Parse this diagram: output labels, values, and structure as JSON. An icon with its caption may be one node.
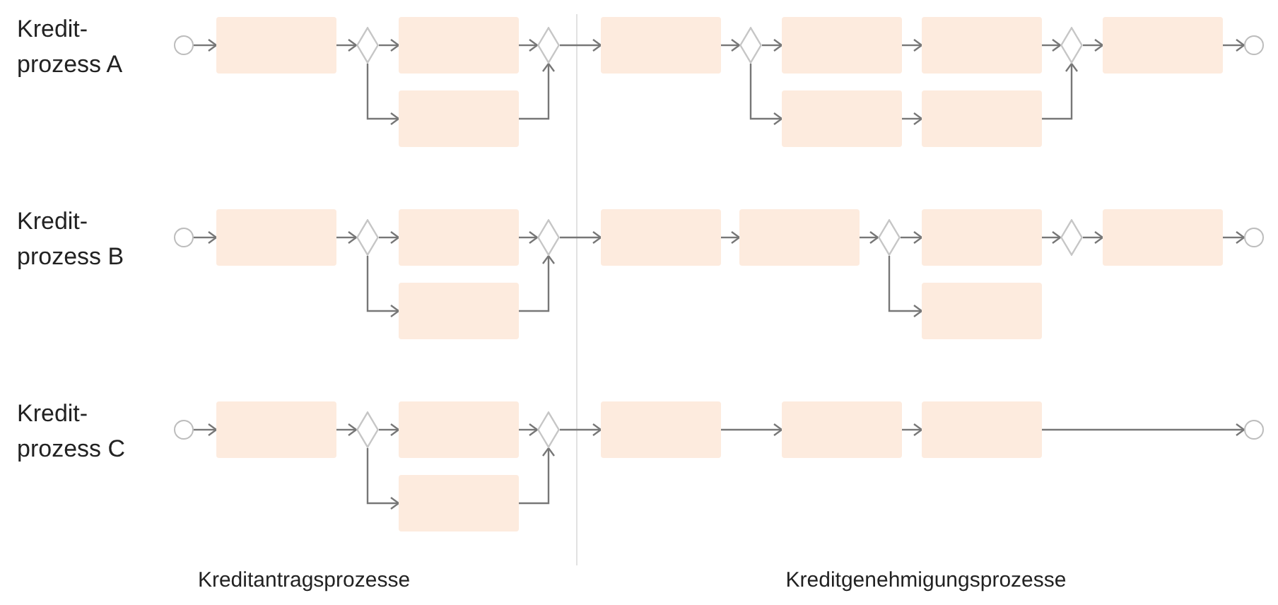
{
  "diagram": {
    "nodes": [
      {
        "text": [],
        "shape": "circle"
      },
      {
        "text": [],
        "shape": "box"
      },
      {
        "text": [],
        "shape": "diamond"
      },
      {
        "text": [],
        "shape": "box"
      },
      {
        "text": [],
        "shape": "box"
      },
      {
        "text": [],
        "shape": "diamond"
      },
      {
        "text": [],
        "shape": "box"
      },
      {
        "text": [],
        "shape": "diamond"
      },
      {
        "text": [],
        "shape": "box"
      },
      {
        "text": [],
        "shape": "box"
      },
      {
        "text": [],
        "shape": "box"
      },
      {
        "text": [],
        "shape": "box"
      },
      {
        "text": [],
        "shape": "diamond"
      },
      {
        "text": [],
        "shape": "box"
      },
      {
        "text": [],
        "shape": "circle"
      },
      {
        "text": [],
        "shape": "circle"
      },
      {
        "text": [],
        "shape": "box"
      },
      {
        "text": [],
        "shape": "diamond"
      },
      {
        "text": [],
        "shape": "box"
      },
      {
        "text": [],
        "shape": "box"
      },
      {
        "text": [],
        "shape": "diamond"
      },
      {
        "text": [],
        "shape": "box"
      },
      {
        "text": [],
        "shape": "box"
      },
      {
        "text": [],
        "shape": "diamond"
      },
      {
        "text": [],
        "shape": "box"
      },
      {
        "text": [],
        "shape": "box"
      },
      {
        "text": [],
        "shape": "diamond"
      },
      {
        "text": [],
        "shape": "box"
      },
      {
        "text": [],
        "shape": "circle"
      },
      {
        "text": [],
        "shape": "circle"
      },
      {
        "text": [],
        "shape": "box"
      },
      {
        "text": [],
        "shape": "diamond"
      },
      {
        "text": [],
        "shape": "box"
      },
      {
        "text": [],
        "shape": "box"
      },
      {
        "text": [],
        "shape": "diamond"
      },
      {
        "text": [],
        "shape": "box"
      },
      {
        "text": [],
        "shape": "box"
      },
      {
        "text": [],
        "shape": "box"
      },
      {
        "text": [],
        "shape": "circle"
      }
    ],
    "edges": [
      {
        "from": 0,
        "to": 1,
        "arrow": "to"
      },
      {
        "from": 1,
        "to": 2,
        "arrow": "to"
      },
      {
        "from": 2,
        "to": 3,
        "arrow": "to"
      },
      {
        "from": 2,
        "to": 4,
        "arrow": "to"
      },
      {
        "from": 3,
        "to": 5,
        "arrow": "to"
      },
      {
        "from": 4,
        "to": 5,
        "arrow": "to"
      },
      {
        "from": 5,
        "to": 6,
        "arrow": "to"
      },
      {
        "from": 6,
        "to": 7,
        "arrow": "to"
      },
      {
        "from": 7,
        "to": 8,
        "arrow": "to"
      },
      {
        "from": 7,
        "to": 10,
        "arrow": "to"
      },
      {
        "from": 8,
        "to": 9,
        "arrow": "to"
      },
      {
        "from": 10,
        "to": 11,
        "arrow": "to"
      },
      {
        "from": 9,
        "to": 12,
        "arrow": "to"
      },
      {
        "from": 11,
        "to": 12,
        "arrow": "to"
      },
      {
        "from": 12,
        "to": 13,
        "arrow": "to"
      },
      {
        "from": 13,
        "to": 14,
        "arrow": "to"
      },
      {
        "from": 15,
        "to": 16,
        "arrow": "to"
      },
      {
        "from": 16,
        "to": 17,
        "arrow": "to"
      },
      {
        "from": 17,
        "to": 18,
        "arrow": "to"
      },
      {
        "from": 17,
        "to": 19,
        "arrow": "to"
      },
      {
        "from": 18,
        "to": 20,
        "arrow": "to"
      },
      {
        "from": 19,
        "to": 20,
        "arrow": "to"
      },
      {
        "from": 20,
        "to": 21,
        "arrow": "to"
      },
      {
        "from": 21,
        "to": 22,
        "arrow": "to"
      },
      {
        "from": 22,
        "to": 23,
        "arrow": "to"
      },
      {
        "from": 23,
        "to": 24,
        "arrow": "to"
      },
      {
        "from": 23,
        "to": 25,
        "arrow": "to"
      },
      {
        "from": 24,
        "to": 26,
        "arrow": "to"
      },
      {
        "from": 26,
        "to": 27,
        "arrow": "to"
      },
      {
        "from": 27,
        "to": 28,
        "arrow": "to"
      },
      {
        "from": 29,
        "to": 30,
        "arrow": "to"
      },
      {
        "from": 30,
        "to": 31,
        "arrow": "to"
      },
      {
        "from": 31,
        "to": 32,
        "arrow": "to"
      },
      {
        "from": 31,
        "to": 33,
        "arrow": "to"
      },
      {
        "from": 32,
        "to": 34,
        "arrow": "to"
      },
      {
        "from": 33,
        "to": 34,
        "arrow": "to"
      },
      {
        "from": 34,
        "to": 35,
        "arrow": "to"
      },
      {
        "from": 35,
        "to": 36,
        "arrow": "to"
      },
      {
        "from": 36,
        "to": 37,
        "arrow": "to"
      },
      {
        "from": 37,
        "to": 38,
        "arrow": "to"
      }
    ],
    "labels": [
      "Kredit- prozess A",
      "Kredit- prozess B",
      "Kredit- prozess C",
      "Kreditantragsprozesse",
      "Kreditgenehmigungsprozesse"
    ]
  }
}
